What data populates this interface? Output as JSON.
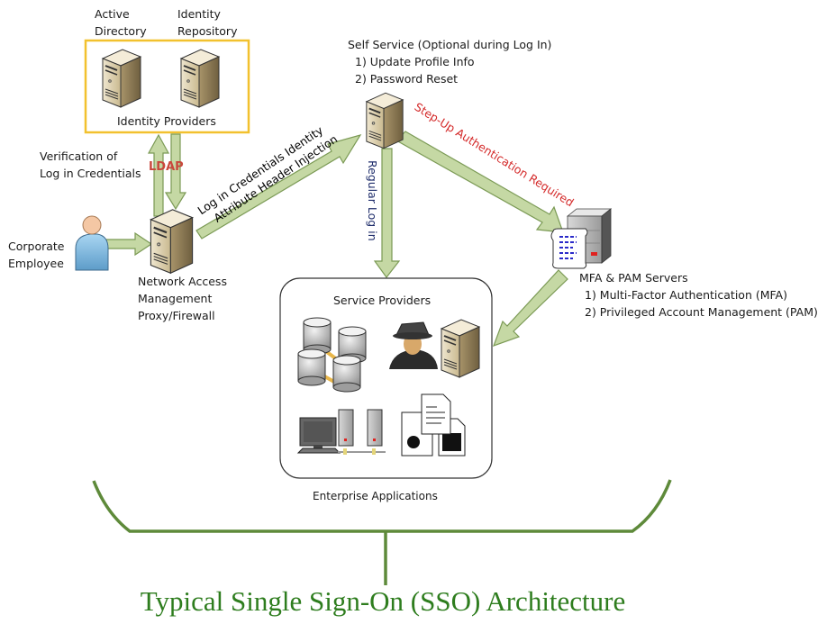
{
  "diagram": {
    "title": "Typical Single Sign-On (SSO) Architecture",
    "colors": {
      "arrow_fill": "#c5d8a4",
      "arrow_stroke": "#7b9a55",
      "identity_box": "#f2c12e",
      "bracket": "#5e8a3a",
      "title": "#2e7d1e",
      "step_up": "#d42a2a",
      "ldap": "#c9473b",
      "regular_login": "#1f2d6b"
    },
    "nodes": {
      "active_directory": {
        "label_line1": "Active",
        "label_line2": "Directory",
        "icon": "server-icon"
      },
      "identity_repository": {
        "label_line1": "Identity",
        "label_line2": "Repository",
        "icon": "server-icon"
      },
      "identity_providers": {
        "label": "Identity Providers"
      },
      "corporate_employee": {
        "label_line1": "Corporate",
        "label_line2": "Employee",
        "icon": "user-icon"
      },
      "network_access": {
        "label_line1": "Network Access",
        "label_line2": "Management",
        "label_line3": "Proxy/Firewall",
        "icon": "server-icon"
      },
      "self_service": {
        "title": "Self Service (Optional during Log In)",
        "items": [
          "1) Update Profile Info",
          "2) Password Reset"
        ],
        "icon": "server-icon"
      },
      "mfa_pam": {
        "title": "MFA & PAM Servers",
        "items": [
          "1) Multi-Factor Authentication (MFA)",
          "2) Privileged Account Management (PAM)"
        ],
        "icon": "server-scroll-icon"
      },
      "service_providers": {
        "label": "Service Providers",
        "footer": "Enterprise Applications",
        "icons": [
          "database-cluster-icon",
          "spy-icon",
          "server-icon",
          "workstation-servers-icon",
          "documents-icon"
        ]
      }
    },
    "edges": {
      "verification": {
        "label_line1": "Verification of",
        "label_line2": "Log in Credentials"
      },
      "ldap": {
        "label": "LDAP"
      },
      "header_injection": {
        "label_line1": "Log in Credentials Identity",
        "label_line2": "Attribute Header Injection"
      },
      "regular_login": {
        "label": "Regular Log in"
      },
      "step_up": {
        "label": "Step-Up Authentication Required"
      }
    }
  }
}
